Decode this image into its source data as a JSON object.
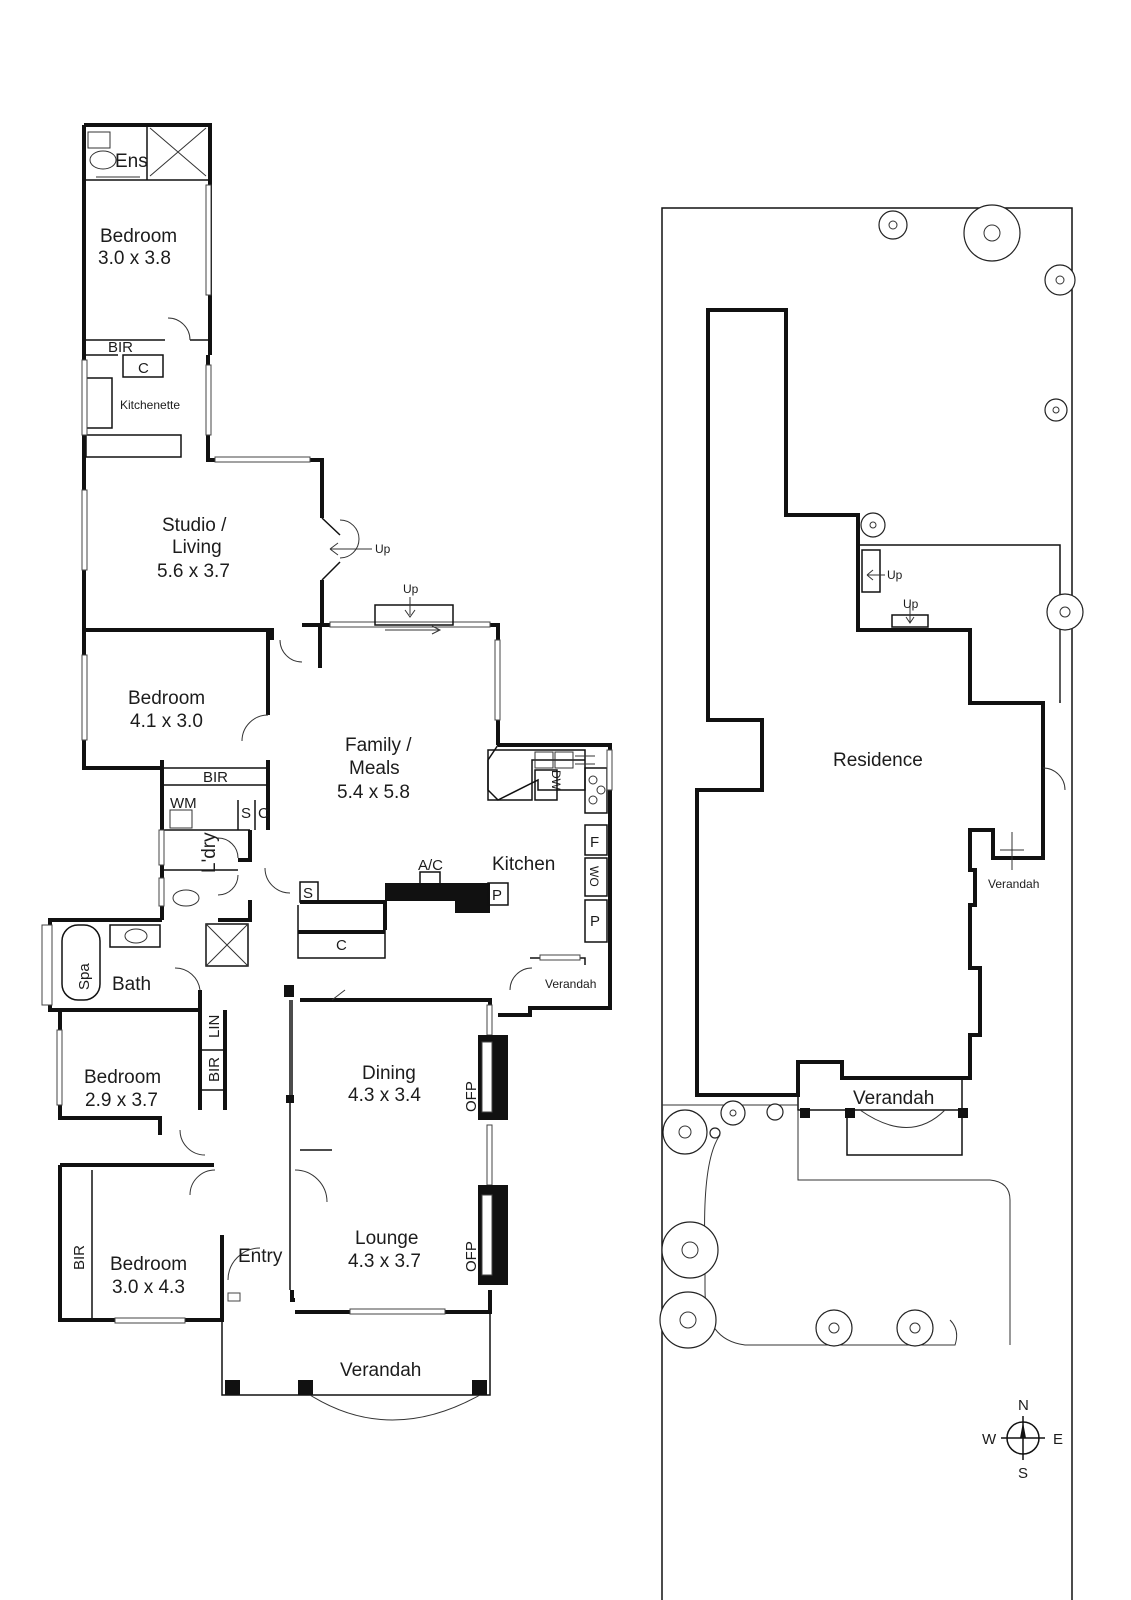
{
  "floor_plan": {
    "ensuite": "Ens",
    "bedroom_ensuite": {
      "name": "Bedroom",
      "size": "3.0 x 3.8"
    },
    "bir_top": "BIR",
    "cupboard_top": "C",
    "kitchenette": "Kitchenette",
    "studio": {
      "name_line1": "Studio /",
      "name_line2": "Living",
      "size": "5.6 x 3.7"
    },
    "studio_step": "Up",
    "family_step": "Up",
    "bedroom_mid": {
      "name": "Bedroom",
      "size": "4.1 x 3.0"
    },
    "family": {
      "name_line1": "Family /",
      "name_line2": "Meals",
      "size": "5.4 x 5.8"
    },
    "bir_mid": "BIR",
    "wm": "WM",
    "laundry": "L'dry",
    "s1": "S",
    "c1": "C",
    "dw": "DW",
    "ac": "A/C",
    "kitchen": "Kitchen",
    "fridge": "F",
    "wo": "WO",
    "pantry": "P",
    "pantry_small": "P",
    "s2": "S",
    "c2": "C",
    "spa": "Spa",
    "bath": "Bath",
    "verandah_kitchen": "Verandah",
    "lin": "LIN",
    "bir_bed": "BIR",
    "bedroom_left": {
      "name": "Bedroom",
      "size": "2.9 x 3.7"
    },
    "dining": {
      "name": "Dining",
      "size": "4.3 x 3.4"
    },
    "ofp1": "OFP",
    "lounge": {
      "name": "Lounge",
      "size": "4.3 x 3.7"
    },
    "ofp2": "OFP",
    "bir_front": "BIR",
    "bedroom_front": {
      "name": "Bedroom",
      "size": "3.0 x 4.3"
    },
    "entry": "Entry",
    "verandah_front": "Verandah"
  },
  "site_plan": {
    "residence": "Residence",
    "up1": "Up",
    "up2": "Up",
    "verandah_side": "Verandah",
    "verandah_front": "Verandah"
  },
  "compass": {
    "n": "N",
    "s": "S",
    "e": "E",
    "w": "W"
  },
  "colors": {
    "wall": "#111111",
    "background": "#ffffff",
    "text": "#1c1c1c"
  }
}
